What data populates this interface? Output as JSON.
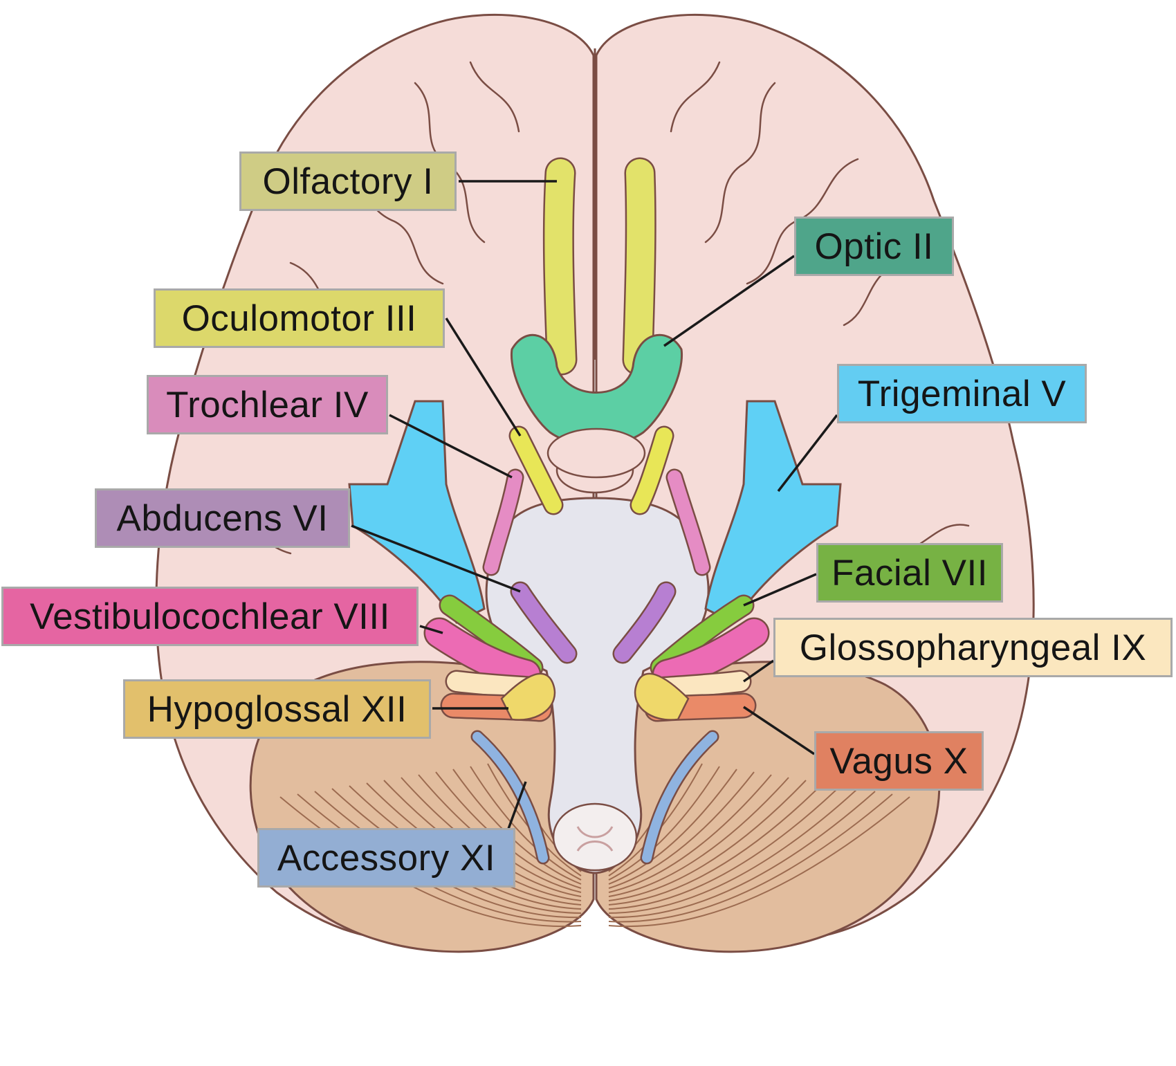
{
  "nerves": [
    {
      "id": "olfactory",
      "label": "Olfactory I",
      "color": "#cfcc85",
      "nerve_color": "#e2e26a"
    },
    {
      "id": "optic",
      "label": "Optic II",
      "color": "#4fa58a",
      "nerve_color": "#5ccfa4"
    },
    {
      "id": "oculomotor",
      "label": "Oculomotor III",
      "color": "#dcd86b",
      "nerve_color": "#e8e657"
    },
    {
      "id": "trochlear",
      "label": "Trochlear IV",
      "color": "#d98cbb",
      "nerve_color": "#e58cc4"
    },
    {
      "id": "trigeminal",
      "label": "Trigeminal V",
      "color": "#63cdf2",
      "nerve_color": "#5fd0f5"
    },
    {
      "id": "abducens",
      "label": "Abducens VI",
      "color": "#ae8db6",
      "nerve_color": "#b77fd2"
    },
    {
      "id": "facial",
      "label": "Facial VII",
      "color": "#77b244",
      "nerve_color": "#86cc3e"
    },
    {
      "id": "vestibulocochlear",
      "label": "Vestibulocochlear VIII",
      "color": "#e565a2",
      "nerve_color": "#ec6bb4"
    },
    {
      "id": "glossopharyngeal",
      "label": "Glossopharyngeal IX",
      "color": "#fbe7bf",
      "nerve_color": "#fbe6c0"
    },
    {
      "id": "hypoglossal",
      "label": "Hypoglossal XII",
      "color": "#e2c06c",
      "nerve_color": "#efd86a"
    },
    {
      "id": "vagus",
      "label": "Vagus X",
      "color": "#e08161",
      "nerve_color": "#ea8a68"
    },
    {
      "id": "accessory",
      "label": "Accessory XI",
      "color": "#93aed3",
      "nerve_color": "#8fb3e0"
    }
  ],
  "colors": {
    "brain_fill": "#f5dcd8",
    "brain_stroke": "#7a4d44",
    "cerebellum_fill": "#e2bd9e",
    "brainstem_fill": "#e5e5ed",
    "leader_line": "#1a1a1a",
    "label_border": "#a9a9a9"
  }
}
